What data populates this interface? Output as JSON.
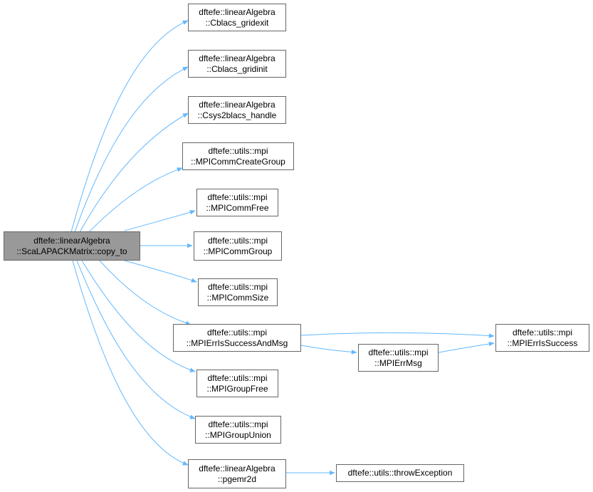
{
  "colors": {
    "edge": "#63b8ff",
    "root_fill": "#999999",
    "node_border": "#666666",
    "node_fill": "#ffffff"
  },
  "nodes": {
    "root": {
      "line1": "dftefe::linearAlgebra",
      "line2": "::ScaLAPACKMatrix::copy_to"
    },
    "gridexit": {
      "line1": "dftefe::linearAlgebra",
      "line2": "::Cblacs_gridexit"
    },
    "gridinit": {
      "line1": "dftefe::linearAlgebra",
      "line2": "::Cblacs_gridinit"
    },
    "csys2blacs": {
      "line1": "dftefe::linearAlgebra",
      "line2": "::Csys2blacs_handle"
    },
    "commcreategroup": {
      "line1": "dftefe::utils::mpi",
      "line2": "::MPICommCreateGroup"
    },
    "commfree": {
      "line1": "dftefe::utils::mpi",
      "line2": "::MPICommFree"
    },
    "commgroup": {
      "line1": "dftefe::utils::mpi",
      "line2": "::MPICommGroup"
    },
    "commsize": {
      "line1": "dftefe::utils::mpi",
      "line2": "::MPICommSize"
    },
    "errissuccessandmsg": {
      "line1": "dftefe::utils::mpi",
      "line2": "::MPIErrIsSuccessAndMsg"
    },
    "groupfree": {
      "line1": "dftefe::utils::mpi",
      "line2": "::MPIGroupFree"
    },
    "groupunion": {
      "line1": "dftefe::utils::mpi",
      "line2": "::MPIGroupUnion"
    },
    "pgemr2d": {
      "line1": "dftefe::linearAlgebra",
      "line2": "::pgemr2d"
    },
    "errmsg": {
      "line1": "dftefe::utils::mpi",
      "line2": "::MPIErrMsg"
    },
    "errissuccess": {
      "line1": "dftefe::utils::mpi",
      "line2": "::MPIErrIsSuccess"
    },
    "throwexception": {
      "line1": "dftefe::utils::throwException"
    }
  }
}
